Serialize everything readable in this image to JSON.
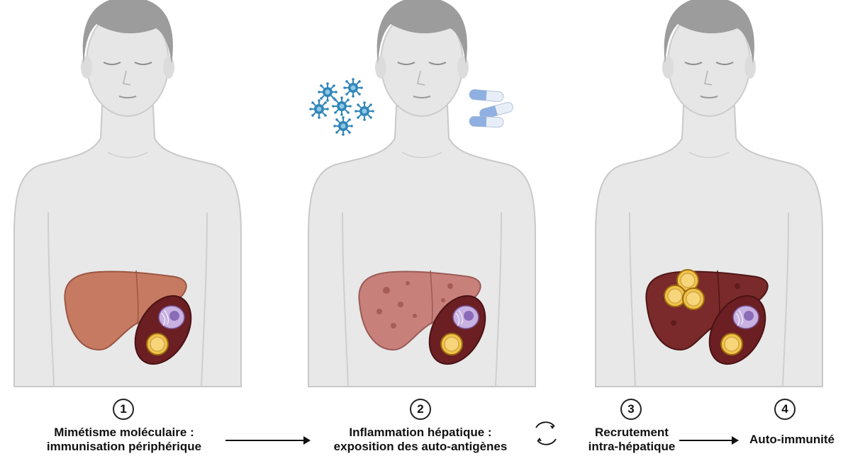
{
  "steps": [
    {
      "number": "1",
      "lines": [
        "Mimétisme moléculaire :",
        "immunisation périphérique"
      ]
    },
    {
      "number": "2",
      "lines": [
        "Inflammation hépatique :",
        "exposition des auto-antigènes"
      ]
    },
    {
      "number": "3",
      "lines": [
        "Recrutement",
        "intra-hépatique"
      ]
    },
    {
      "number": "4",
      "lines": [
        "Auto-immunité"
      ]
    }
  ],
  "icons": {
    "figure": "human-silhouette-icon",
    "liver": "liver-icon",
    "cell": "antigen-presenting-cell-icon",
    "lymphocyte": "lymphocyte-icon",
    "virus": "virus-icon",
    "drug": "pill-capsule-icon",
    "cycle": "cycle-arrows-icon",
    "arrow": "right-arrow-icon"
  },
  "colors": {
    "skin": "#e6e6e6",
    "hair": "#9c9c9c",
    "liver_healthy": "#c77a62",
    "liver_inflamed": "#c8807a",
    "liver_autoimmune": "#7a2a2a",
    "virus": "#2f86b8",
    "pill": "#8fb0e0",
    "lymphocyte": "#f2c34a"
  }
}
